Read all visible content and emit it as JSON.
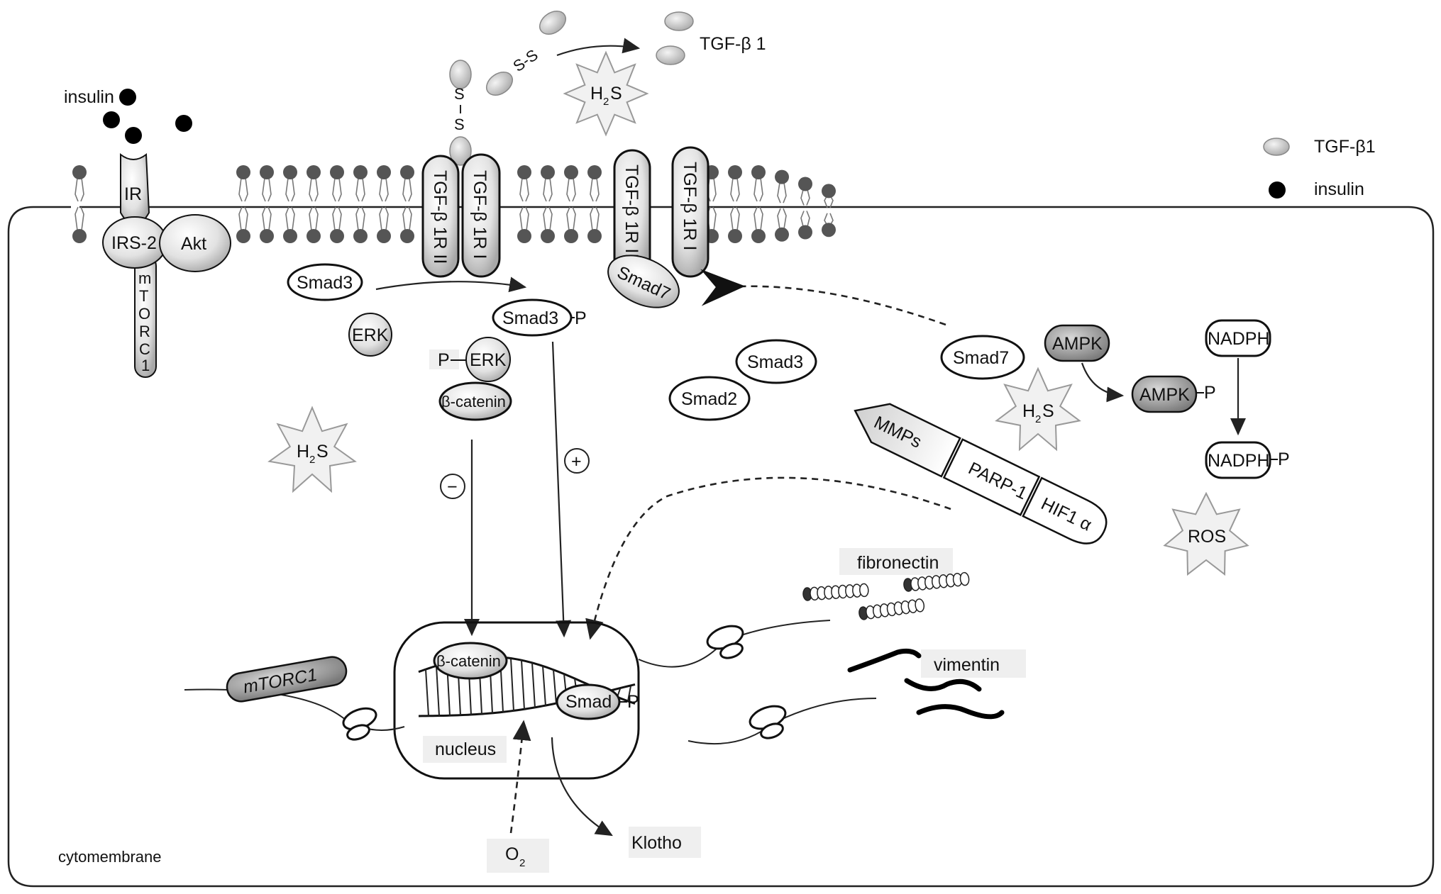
{
  "labels": {
    "insulin_top": "insulin",
    "tgf_top": "TGF-β 1",
    "ss_vertical": "S-S",
    "ss_diag": "S-S",
    "h2s": "H",
    "h2s_sub": "2",
    "h2s_s": "S",
    "legend_tgf": "TGF-β1",
    "legend_insulin": "insulin",
    "ir": "IR",
    "irs2": "IRS-2",
    "akt": "Akt",
    "mtorc1_vertical": "mTORC1",
    "receptor_2": "TGF-β 1R II",
    "receptor_1": "TGF-β 1R I",
    "smad3_left": "Smad3",
    "smad3p": "Smad3",
    "phospho": "P",
    "erk": "ERK",
    "perk": "ERK",
    "beta_catenin": "β-catenin",
    "smad7_mem": "Smad7",
    "smad3_mid": "Smad3",
    "smad2": "Smad2",
    "smad7_right": "Smad7",
    "ampk": "AMPK",
    "ampkp": "AMPK",
    "nadph": "NADPH",
    "nadphp": "NADPH",
    "mmps": "MMPs",
    "parp1": "PARP-1",
    "hif1a": "HIF1 α",
    "ros": "ROS",
    "minus": "−",
    "plus": "+",
    "fibronectin": "fibronectin",
    "vimentin": "vimentin",
    "mtorc1": "mTORC1",
    "nucleus_beta": "β-catenin",
    "nucleus_smad": "Smad",
    "nucleus": "nucleus",
    "klotho": "Klotho",
    "o2": "O",
    "o2_sub": "2",
    "cytomembrane": "cytomembrane"
  },
  "colors": {
    "molecule_light": "#ffffff",
    "molecule_dark": "#9a9a9a",
    "lipid": "#555555",
    "star_fill": "#f1f1f1"
  }
}
